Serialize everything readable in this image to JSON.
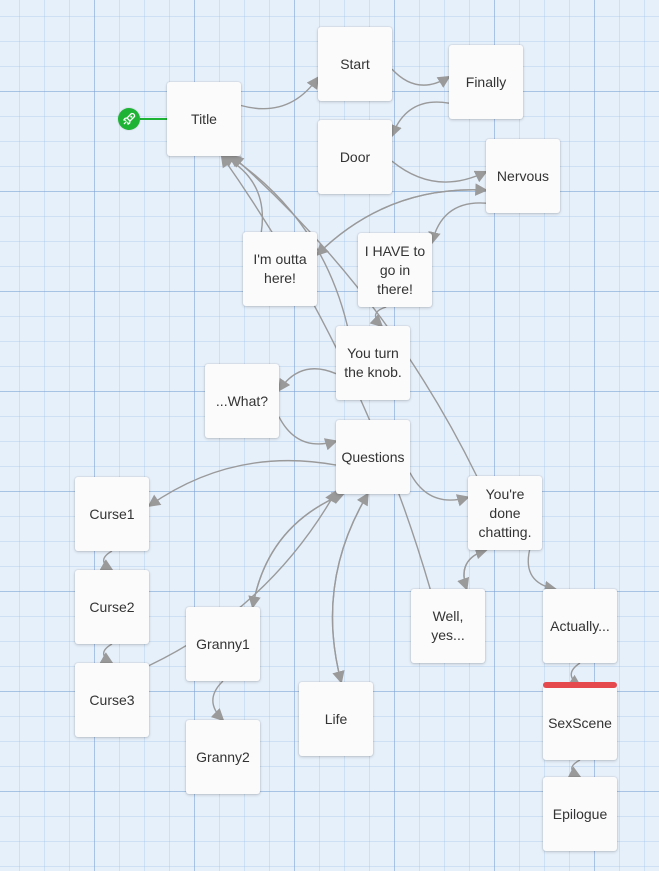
{
  "passages": [
    {
      "id": "title",
      "label": "Title"
    },
    {
      "id": "start",
      "label": "Start"
    },
    {
      "id": "finally",
      "label": "Finally"
    },
    {
      "id": "door",
      "label": "Door"
    },
    {
      "id": "nervous",
      "label": "Nervous"
    },
    {
      "id": "outta",
      "label": "I'm outta here!"
    },
    {
      "id": "have",
      "label": "I HAVE to go in there!"
    },
    {
      "id": "turn",
      "label": "You turn the knob."
    },
    {
      "id": "what",
      "label": "...What?"
    },
    {
      "id": "questions",
      "label": "Questions"
    },
    {
      "id": "curse1",
      "label": "Curse1"
    },
    {
      "id": "curse2",
      "label": "Curse2"
    },
    {
      "id": "curse3",
      "label": "Curse3"
    },
    {
      "id": "granny1",
      "label": "Granny1"
    },
    {
      "id": "granny2",
      "label": "Granny2"
    },
    {
      "id": "life",
      "label": "Life"
    },
    {
      "id": "done",
      "label": "You're done chatting."
    },
    {
      "id": "wellyes",
      "label": "Well, yes..."
    },
    {
      "id": "actually",
      "label": "Actually..."
    },
    {
      "id": "sexscene",
      "label": "SexScene"
    },
    {
      "id": "epilogue",
      "label": "Epilogue"
    }
  ],
  "links": [
    {
      "from": "title",
      "to": "start"
    },
    {
      "from": "start",
      "to": "finally"
    },
    {
      "from": "finally",
      "to": "door"
    },
    {
      "from": "door",
      "to": "nervous"
    },
    {
      "from": "nervous",
      "to": "outta"
    },
    {
      "from": "outta",
      "to": "nervous"
    },
    {
      "from": "nervous",
      "to": "have"
    },
    {
      "from": "outta",
      "to": "title"
    },
    {
      "from": "have",
      "to": "turn"
    },
    {
      "from": "turn",
      "to": "what"
    },
    {
      "from": "what",
      "to": "questions"
    },
    {
      "from": "questions",
      "to": "curse1"
    },
    {
      "from": "curse1",
      "to": "curse2"
    },
    {
      "from": "curse2",
      "to": "curse3"
    },
    {
      "from": "curse3",
      "to": "questions"
    },
    {
      "from": "questions",
      "to": "granny1"
    },
    {
      "from": "granny1",
      "to": "questions"
    },
    {
      "from": "granny1",
      "to": "granny2"
    },
    {
      "from": "questions",
      "to": "life"
    },
    {
      "from": "life",
      "to": "questions"
    },
    {
      "from": "questions",
      "to": "done"
    },
    {
      "from": "done",
      "to": "wellyes"
    },
    {
      "from": "wellyes",
      "to": "done"
    },
    {
      "from": "done",
      "to": "actually"
    },
    {
      "from": "actually",
      "to": "sexscene"
    },
    {
      "from": "sexscene",
      "to": "epilogue"
    },
    {
      "from": "wellyes",
      "to": "title"
    },
    {
      "from": "done",
      "to": "title"
    },
    {
      "from": "turn",
      "to": "title"
    }
  ],
  "highlighted": [
    "sexscene"
  ],
  "start_passage": "title",
  "colors": {
    "link": "#9a9a9a",
    "start": "#1fb336",
    "highlight": "#e5494d",
    "card": "#fbfbfc",
    "grid": "#e6f0fb"
  },
  "icons": {
    "start": "rocket-icon"
  }
}
